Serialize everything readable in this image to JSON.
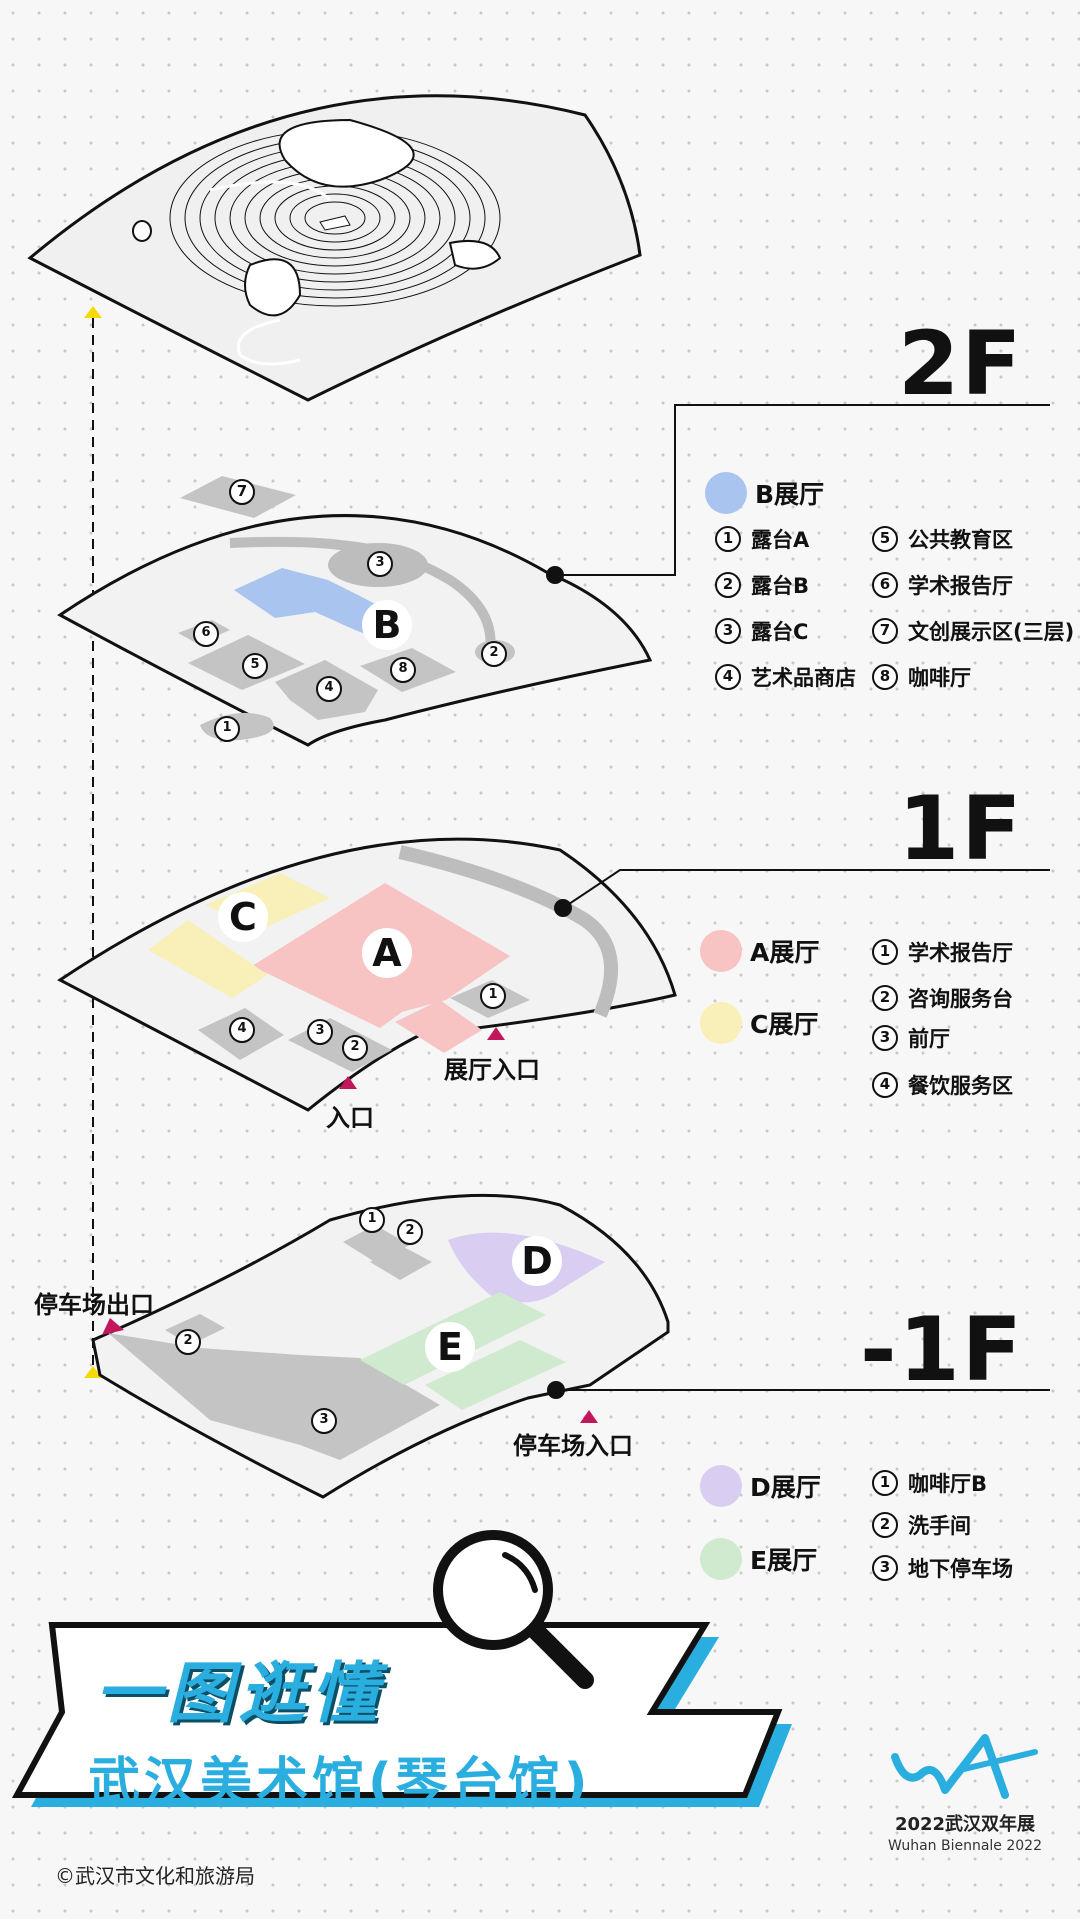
{
  "floors": {
    "f2": {
      "label": "2F",
      "halls": [
        {
          "name": "B展厅",
          "color": "#a9c4ee"
        }
      ],
      "items": [
        {
          "num": "1",
          "label": "露台A"
        },
        {
          "num": "2",
          "label": "露台B"
        },
        {
          "num": "3",
          "label": "露台C"
        },
        {
          "num": "4",
          "label": "艺术品商店"
        },
        {
          "num": "5",
          "label": "公共教育区"
        },
        {
          "num": "6",
          "label": "学术报告厅"
        },
        {
          "num": "7",
          "label": "文创展示区(三层)"
        },
        {
          "num": "8",
          "label": "咖啡厅"
        }
      ],
      "map_letter": "B"
    },
    "f1": {
      "label": "1F",
      "halls": [
        {
          "name": "A展厅",
          "color": "#f7c3c3"
        },
        {
          "name": "C展厅",
          "color": "#f8f0b8"
        }
      ],
      "items": [
        {
          "num": "1",
          "label": "学术报告厅"
        },
        {
          "num": "2",
          "label": "咨询服务台"
        },
        {
          "num": "3",
          "label": "前厅"
        },
        {
          "num": "4",
          "label": "餐饮服务区"
        }
      ],
      "map_letters": [
        "A",
        "C"
      ],
      "entrance": "入口",
      "hall_entrance": "展厅入口"
    },
    "b1": {
      "label": "-1F",
      "halls": [
        {
          "name": "D展厅",
          "color": "#d9cdf2"
        },
        {
          "name": "E展厅",
          "color": "#cfeacf"
        }
      ],
      "items": [
        {
          "num": "1",
          "label": "咖啡厅B"
        },
        {
          "num": "2",
          "label": "洗手间"
        },
        {
          "num": "3",
          "label": "地下停车场"
        }
      ],
      "map_letters": [
        "D",
        "E"
      ],
      "parking_exit": "停车场出口",
      "parking_entrance": "停车场入口"
    }
  },
  "title": {
    "line1": "一图逛懂",
    "line2": "武汉美术馆(琴台馆)"
  },
  "copyright": "©武汉市文化和旅游局",
  "biennale": {
    "line1": "2022武汉双年展",
    "line2": "Wuhan Biennale 2022"
  },
  "colors": {
    "accent": "#2aaee0",
    "marker": "#c2185b",
    "up_arrow": "#f5d90a",
    "room_gray": "#c4c4c4"
  }
}
